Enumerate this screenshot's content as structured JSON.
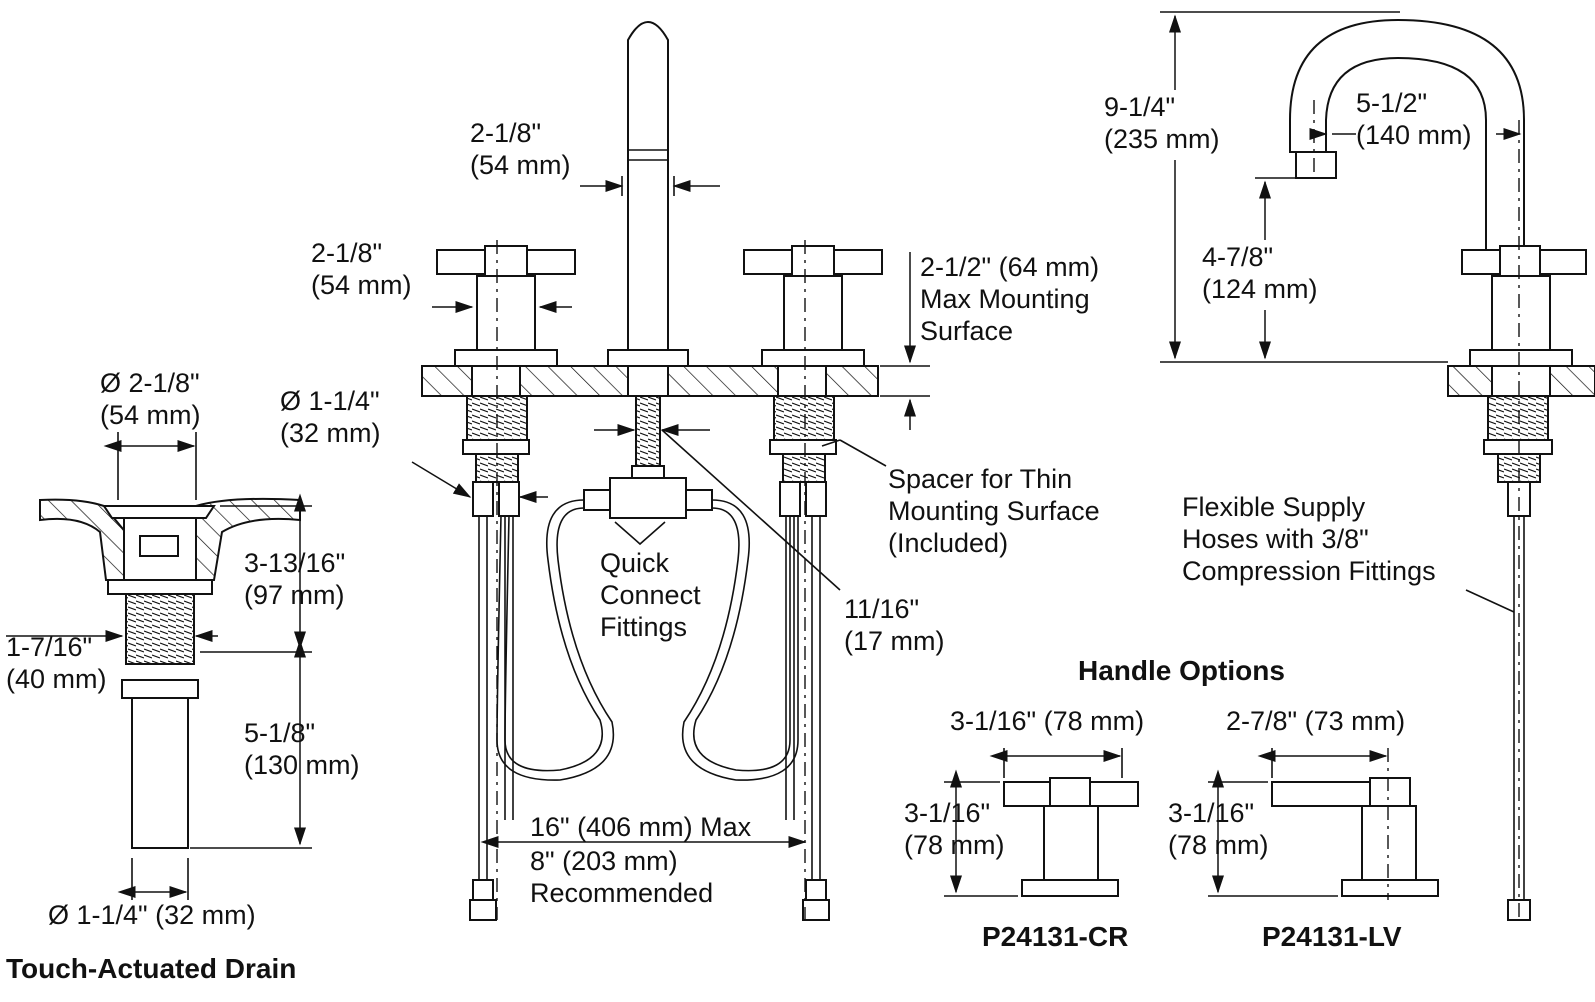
{
  "labels": {
    "spout_width": [
      "2-1/8\"",
      "(54 mm)"
    ],
    "handle_width": [
      "2-1/8\"",
      "(54 mm)"
    ],
    "max_mounting": [
      "2-1/2\" (64 mm)",
      "Max Mounting",
      "Surface"
    ],
    "hole_dia": [
      "Ø 1-1/4\"",
      "(32 mm)"
    ],
    "drain_top_dia": [
      "Ø 2-1/8\"",
      "(54 mm)"
    ],
    "drain_height": [
      "3-13/16\"",
      "(97 mm)"
    ],
    "drain_side": [
      "1-7/16\"",
      "(40 mm)"
    ],
    "drain_tail": [
      "5-1/8\"",
      "(130 mm)"
    ],
    "drain_bottom_dia": "Ø 1-1/4\" (32 mm)",
    "drain_title": "Touch-Actuated Drain",
    "quick_connect": [
      "Quick",
      "Connect",
      "Fittings"
    ],
    "spacer": [
      "Spacer for Thin",
      "Mounting Surface",
      "(Included)"
    ],
    "hose_nut": [
      "11/16\"",
      "(17 mm)"
    ],
    "spread": [
      "16\" (406 mm) Max",
      "8\" (203 mm)",
      "Recommended"
    ],
    "spout_height": [
      "9-1/4\"",
      "(235 mm)"
    ],
    "spout_reach": [
      "5-1/2\"",
      "(140 mm)"
    ],
    "spout_clearance": [
      "4-7/8\"",
      "(124 mm)"
    ],
    "supply_hoses": [
      "Flexible Supply",
      "Hoses with 3/8\"",
      "Compression Fittings"
    ],
    "handle_options_title": "Handle Options",
    "cr_width": "3-1/16\" (78 mm)",
    "cr_height": [
      "3-1/16\"",
      "(78 mm)"
    ],
    "cr_model": "P24131-CR",
    "lv_width": "2-7/8\" (73 mm)",
    "lv_height": [
      "3-1/16\"",
      "(78 mm)"
    ],
    "lv_model": "P24131-LV"
  }
}
